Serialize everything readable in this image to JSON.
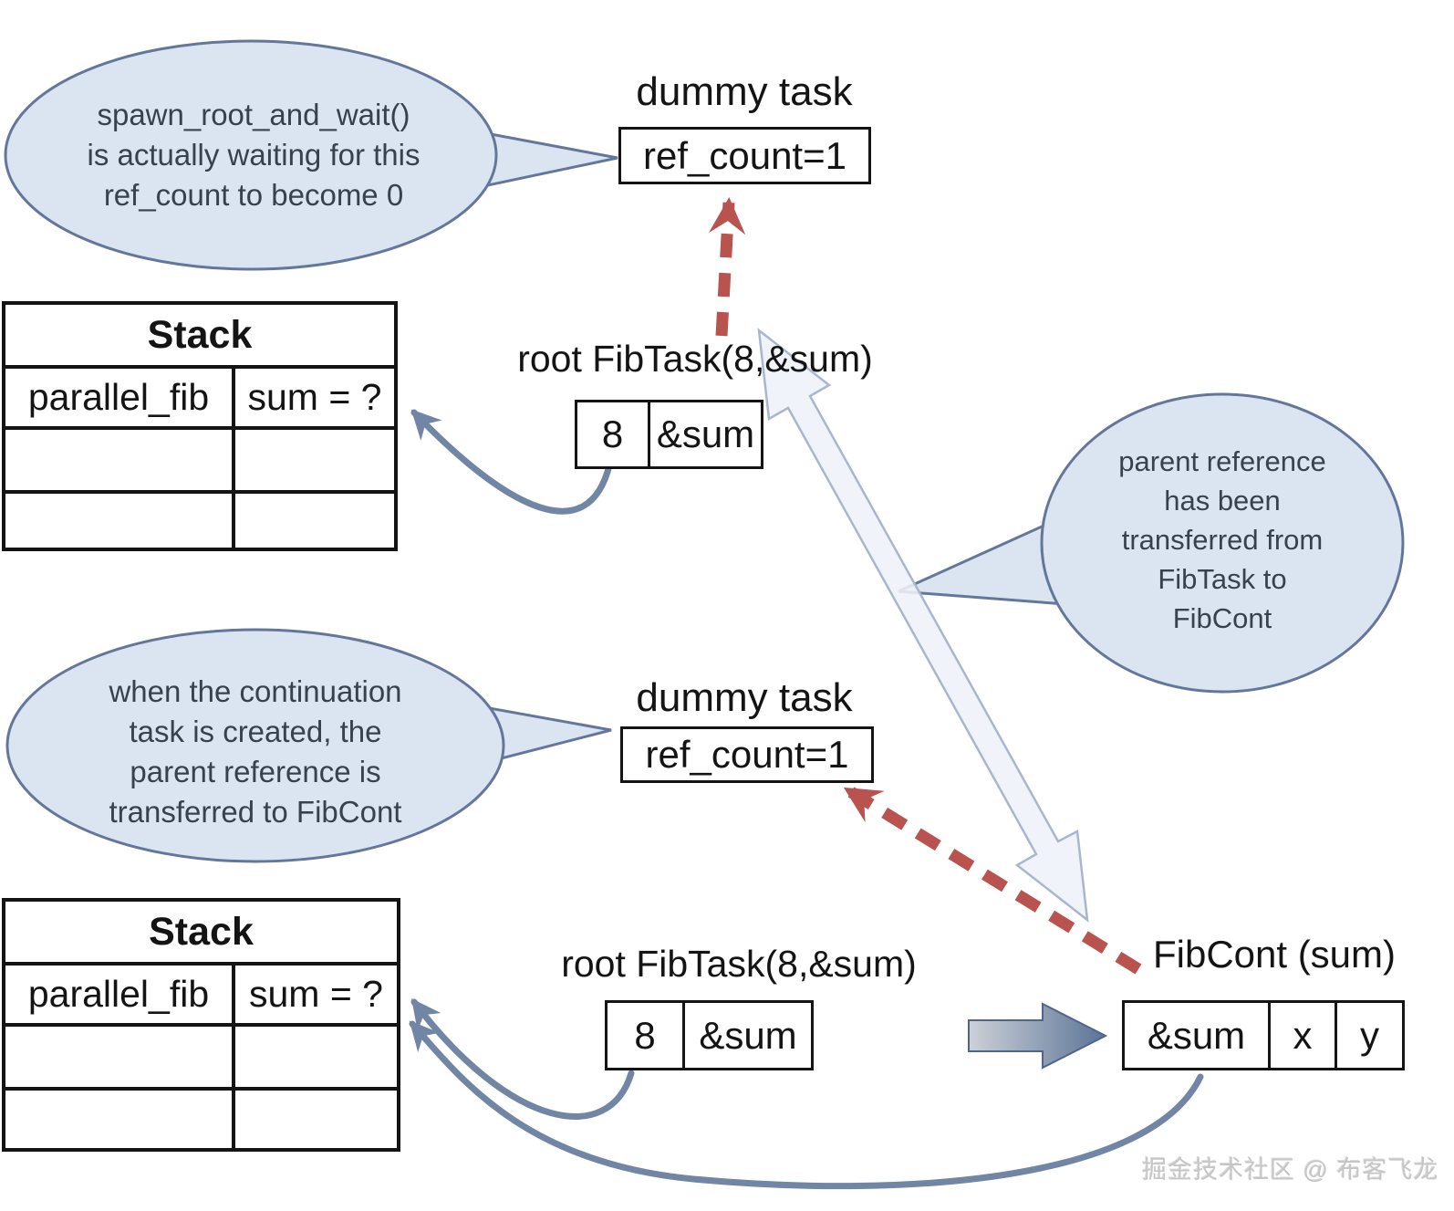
{
  "colors": {
    "ink": "#141414",
    "bubble-fill": "#dbe5f1",
    "bubble-border": "#64779b",
    "bubble-text": "#38424f",
    "blue-arrow": "#7185a4",
    "red-arrow": "#b9534f",
    "big-arrow-fill": "#eef1f8",
    "big-arrow-border": "#a9b6cc",
    "grad-from": "#cdd1d8",
    "grad-to": "#5a7496"
  },
  "stage1": {
    "bubble": "spawn_root_and_wait()\nis actually waiting for this\nref_count to become 0",
    "dummy_label": "dummy task",
    "ref_count": "ref_count=1",
    "task_label": "root FibTask(8,&sum)",
    "task_cells": [
      "8",
      "&sum"
    ],
    "stack": {
      "title": "Stack",
      "frame": "parallel_fib",
      "value": "sum = ?"
    }
  },
  "stage2": {
    "bubble_left": "when the continuation\ntask is created, the\nparent reference is\ntransferred to FibCont",
    "bubble_right": "parent reference\nhas been\ntransferred from\nFibTask to\nFibCont",
    "dummy_label": "dummy task",
    "ref_count": "ref_count=1",
    "task_label": "root FibTask(8,&sum)",
    "task_cells": [
      "8",
      "&sum"
    ],
    "fibcont_label": "FibCont (sum)",
    "fibcont_cells": [
      "&sum",
      "x",
      "y"
    ],
    "stack": {
      "title": "Stack",
      "frame": "parallel_fib",
      "value": "sum = ?"
    }
  },
  "watermark": "掘金技术社区 @ 布客飞龙"
}
